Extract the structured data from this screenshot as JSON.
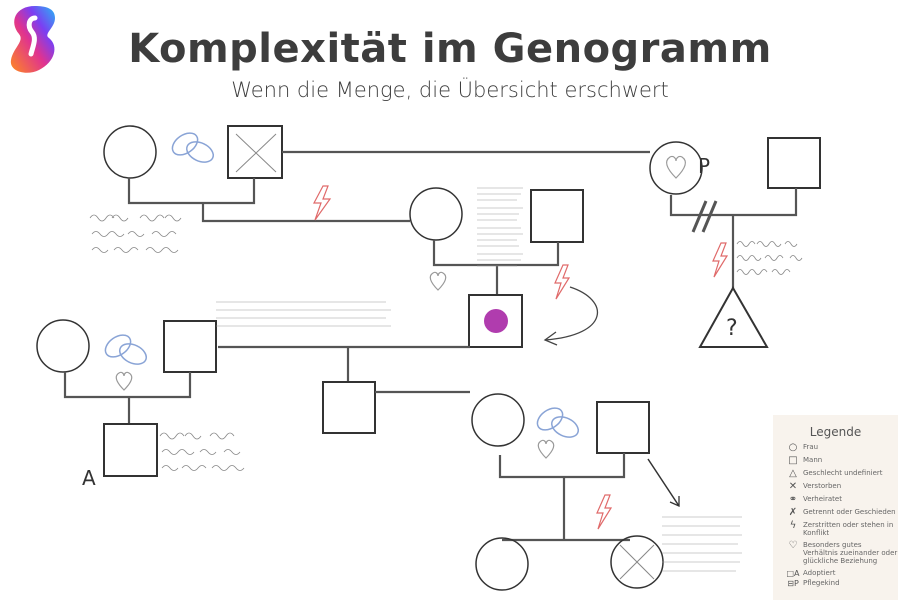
{
  "header": {
    "title": "Komplexität im Genogramm",
    "subtitle": "Wenn die Menge, die Übersicht erschwert"
  },
  "labels": {
    "person_p": "P",
    "person_a": "A",
    "question_mark": "?"
  },
  "colors": {
    "line": "#555555",
    "rings": "#8aa4d6",
    "conflict": "#e06a6a",
    "child_marker": "#b03cae",
    "legend_bg": "#f8f3ed"
  },
  "legend": {
    "title": "Legende",
    "items": [
      {
        "icon": "circle-icon",
        "glyph": "○",
        "label": "Frau"
      },
      {
        "icon": "square-icon",
        "glyph": "□",
        "label": "Mann"
      },
      {
        "icon": "triangle-icon",
        "glyph": "△",
        "label": "Geschlecht undefiniert"
      },
      {
        "icon": "cross-icon",
        "glyph": "✕",
        "label": "Verstorben"
      },
      {
        "icon": "rings-icon",
        "glyph": "⚭",
        "label": "Verheiratet"
      },
      {
        "icon": "separated-icon",
        "glyph": "✗",
        "label": "Getrennt oder Geschieden"
      },
      {
        "icon": "lightning-icon",
        "glyph": "ϟ",
        "label": "Zerstritten oder stehen in Konflikt"
      },
      {
        "icon": "heart-icon",
        "glyph": "♡",
        "label": "Besonders gutes Verhältnis zueinander oder glückliche Beziehung"
      },
      {
        "icon": "adopted-icon",
        "glyph": "□A",
        "label": "Adoptiert"
      },
      {
        "icon": "foster-icon",
        "glyph": "⊟P",
        "label": "Pflegekind"
      }
    ]
  }
}
